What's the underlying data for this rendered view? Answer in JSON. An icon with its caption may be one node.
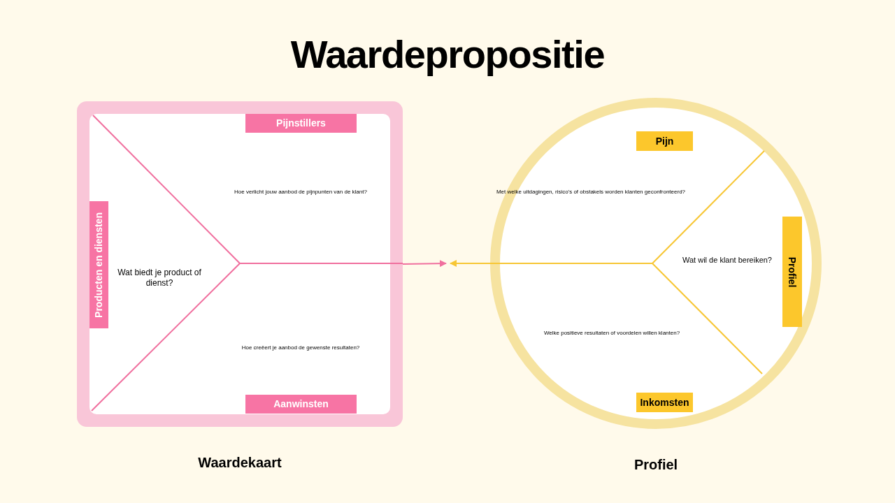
{
  "diagram": {
    "title": "Waardepropositie",
    "nodes": [
      {
        "text": [],
        "shape": "box",
        "beside": [
          "Waardekaart"
        ]
      },
      {
        "text": [
          "Pijnstillers"
        ],
        "in": 0
      },
      {
        "text": [
          "Producten en diensten"
        ],
        "in": 0
      },
      {
        "text": [
          "Aanwinsten"
        ],
        "in": 0
      },
      {
        "text": [],
        "shape": "circle",
        "beside": [
          "Profiel"
        ]
      },
      {
        "text": [
          "Pijn"
        ],
        "in": 4
      },
      {
        "text": [
          "Profiel"
        ],
        "in": 4
      },
      {
        "text": [
          "Inkomsten"
        ],
        "in": 4
      }
    ],
    "edges": [
      {
        "from": 0,
        "to": null,
        "arrow": "to",
        "color": "#f06f9e"
      },
      {
        "from": 4,
        "to": null,
        "arrow": "to",
        "color": "#f7c634"
      }
    ],
    "labels": [
      "Hoe verlicht jouw aanbod de pijnpunten van de klant?",
      "Met welke uitdagingen, risico's of obstakels worden klanten geconfronteerd?",
      "Wat wil de klant bereiken?",
      "Wat biedt je product of dienst?",
      "Welke positieve resultaten of voordelen willen klanten?",
      "Hoe creëert je aanbod de gewenste resultaten?"
    ]
  }
}
